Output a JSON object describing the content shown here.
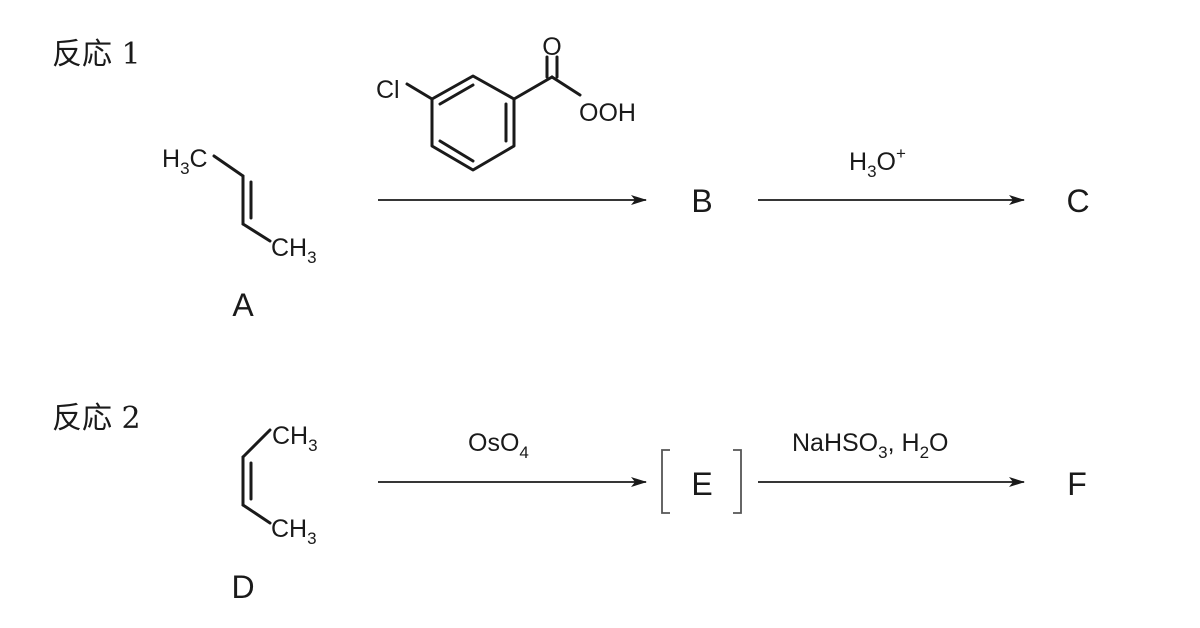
{
  "reaction1": {
    "heading": "反応 1",
    "reactant": {
      "label": "A",
      "left_group": {
        "main": "H",
        "sub": "3",
        "tail": "C"
      },
      "right_group": {
        "main": "CH",
        "sub": "3"
      }
    },
    "reagent1": {
      "cl": "Cl",
      "o": "O",
      "ooh": "OOH"
    },
    "product1": "B",
    "reagent2": {
      "main": "H",
      "sub": "3",
      "tail": "O",
      "sup": "+"
    },
    "product2": "C"
  },
  "reaction2": {
    "heading": "反応 2",
    "reactant": {
      "label": "D",
      "top_group": {
        "main": "CH",
        "sub": "3"
      },
      "bottom_group": {
        "main": "CH",
        "sub": "3"
      }
    },
    "reagent1": {
      "main": "OsO",
      "sub": "4"
    },
    "intermediate": "E",
    "reagent2": {
      "p1": "NaHSO",
      "s1": "3",
      "p2": ", H",
      "s2": "2",
      "p3": "O"
    },
    "product": "F"
  }
}
